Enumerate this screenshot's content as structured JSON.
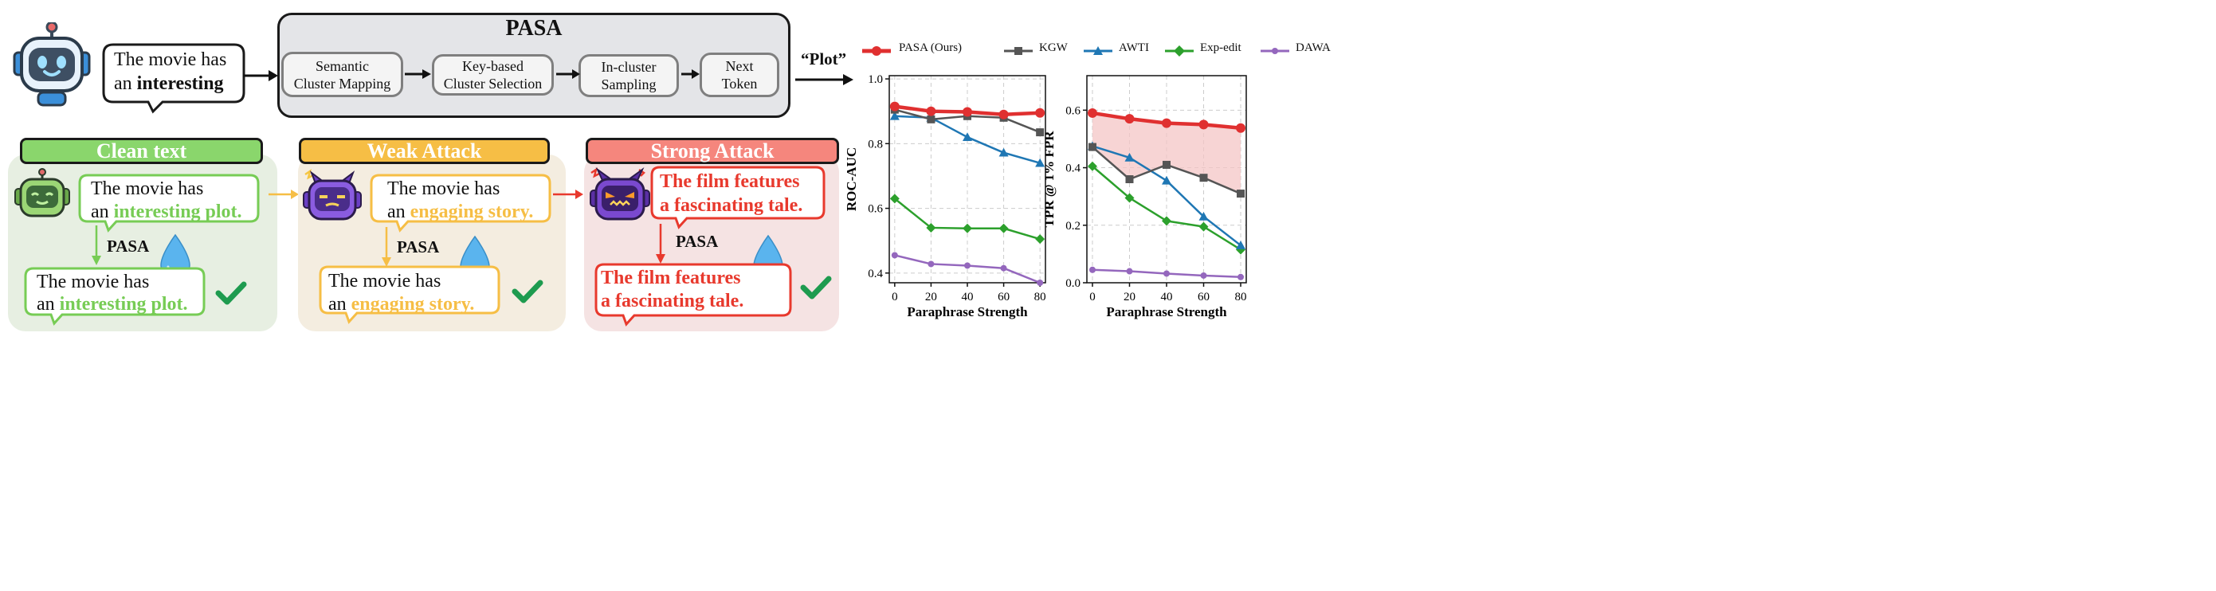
{
  "top": {
    "input_line1": "The movie has",
    "input_line2_prefix": "an ",
    "input_line2_bold": "interesting",
    "pasa_title": "PASA",
    "steps": [
      {
        "line1": "Semantic",
        "line2": "Cluster Mapping"
      },
      {
        "line1": "Key-based",
        "line2": "Cluster Selection"
      },
      {
        "line1": "In-cluster",
        "line2": "Sampling"
      },
      {
        "line1": "Next",
        "line2": "Token"
      }
    ],
    "output_token": "“Plot”"
  },
  "panels": [
    {
      "title": "Clean text",
      "original_line1": "The movie has",
      "original_line2_prefix": "an ",
      "original_line2_highlight": "interesting plot.",
      "arrow_label": "PASA",
      "result_line1": "The movie has",
      "result_line2_prefix": "an ",
      "result_line2_highlight": "interesting plot."
    },
    {
      "title": "Weak Attack",
      "original_line1": "The movie has",
      "original_line2_prefix": "an ",
      "original_line2_highlight": "engaging story.",
      "arrow_label": "PASA",
      "result_line1": "The movie has",
      "result_line2_prefix": "an ",
      "result_line2_highlight": "engaging story."
    },
    {
      "title": "Strong Attack",
      "original_line1": "The film features",
      "original_line2": "a fascinating tale.",
      "arrow_label": "PASA",
      "result_line1": "The film features",
      "result_line2": "a fascinating tale."
    }
  ],
  "colors": {
    "clean": "#77cc55",
    "weak": "#f6be45",
    "strong": "#e8392d",
    "pasa": "#e03030",
    "kgw": "#555555",
    "awti": "#1f77b4",
    "exp_edit": "#2ca02c",
    "dawa": "#9467bd",
    "check": "#1e9b4f",
    "drop": "#5ab4ee"
  },
  "chart_data": [
    {
      "type": "line",
      "xlabel": "Paraphrase Strength",
      "ylabel": "ROC-AUC",
      "x": [
        0,
        20,
        40,
        60,
        80
      ],
      "xticks": [
        "0",
        "20",
        "40",
        "60",
        "80"
      ],
      "ylim": [
        0.37,
        1.01
      ],
      "yticks": [
        "0.4",
        "0.6",
        "0.8",
        "1.0"
      ],
      "grid": true,
      "series": [
        {
          "name": "PASA (Ours)",
          "values": [
            0.915,
            0.9,
            0.898,
            0.89,
            0.895
          ]
        },
        {
          "name": "KGW",
          "values": [
            0.905,
            0.875,
            0.885,
            0.88,
            0.835
          ]
        },
        {
          "name": "AWTI",
          "values": [
            0.885,
            0.88,
            0.82,
            0.772,
            0.74
          ]
        },
        {
          "name": "Exp-edit",
          "values": [
            0.63,
            0.54,
            0.538,
            0.538,
            0.505
          ]
        },
        {
          "name": "DAWA",
          "values": [
            0.455,
            0.428,
            0.423,
            0.415,
            0.37
          ]
        }
      ]
    },
    {
      "type": "line",
      "xlabel": "Paraphrase Strength",
      "ylabel": "TPR @ 1% FPR",
      "x": [
        0,
        20,
        40,
        60,
        80
      ],
      "xticks": [
        "0",
        "20",
        "40",
        "60",
        "80"
      ],
      "ylim": [
        0,
        0.72
      ],
      "yticks": [
        "0.0",
        "0.2",
        "0.4",
        "0.6"
      ],
      "grid": true,
      "shaded_between": [
        "PASA (Ours)",
        "KGW"
      ],
      "series": [
        {
          "name": "PASA (Ours)",
          "values": [
            0.59,
            0.57,
            0.555,
            0.55,
            0.538
          ]
        },
        {
          "name": "KGW",
          "values": [
            0.472,
            0.36,
            0.41,
            0.365,
            0.31
          ]
        },
        {
          "name": "AWTI",
          "values": [
            0.475,
            0.435,
            0.355,
            0.23,
            0.13
          ]
        },
        {
          "name": "Exp-edit",
          "values": [
            0.405,
            0.295,
            0.215,
            0.195,
            0.115
          ]
        },
        {
          "name": "DAWA",
          "values": [
            0.045,
            0.04,
            0.032,
            0.025,
            0.02
          ]
        }
      ]
    }
  ],
  "legend": [
    "PASA (Ours)",
    "KGW",
    "AWTI",
    "Exp-edit",
    "DAWA"
  ]
}
